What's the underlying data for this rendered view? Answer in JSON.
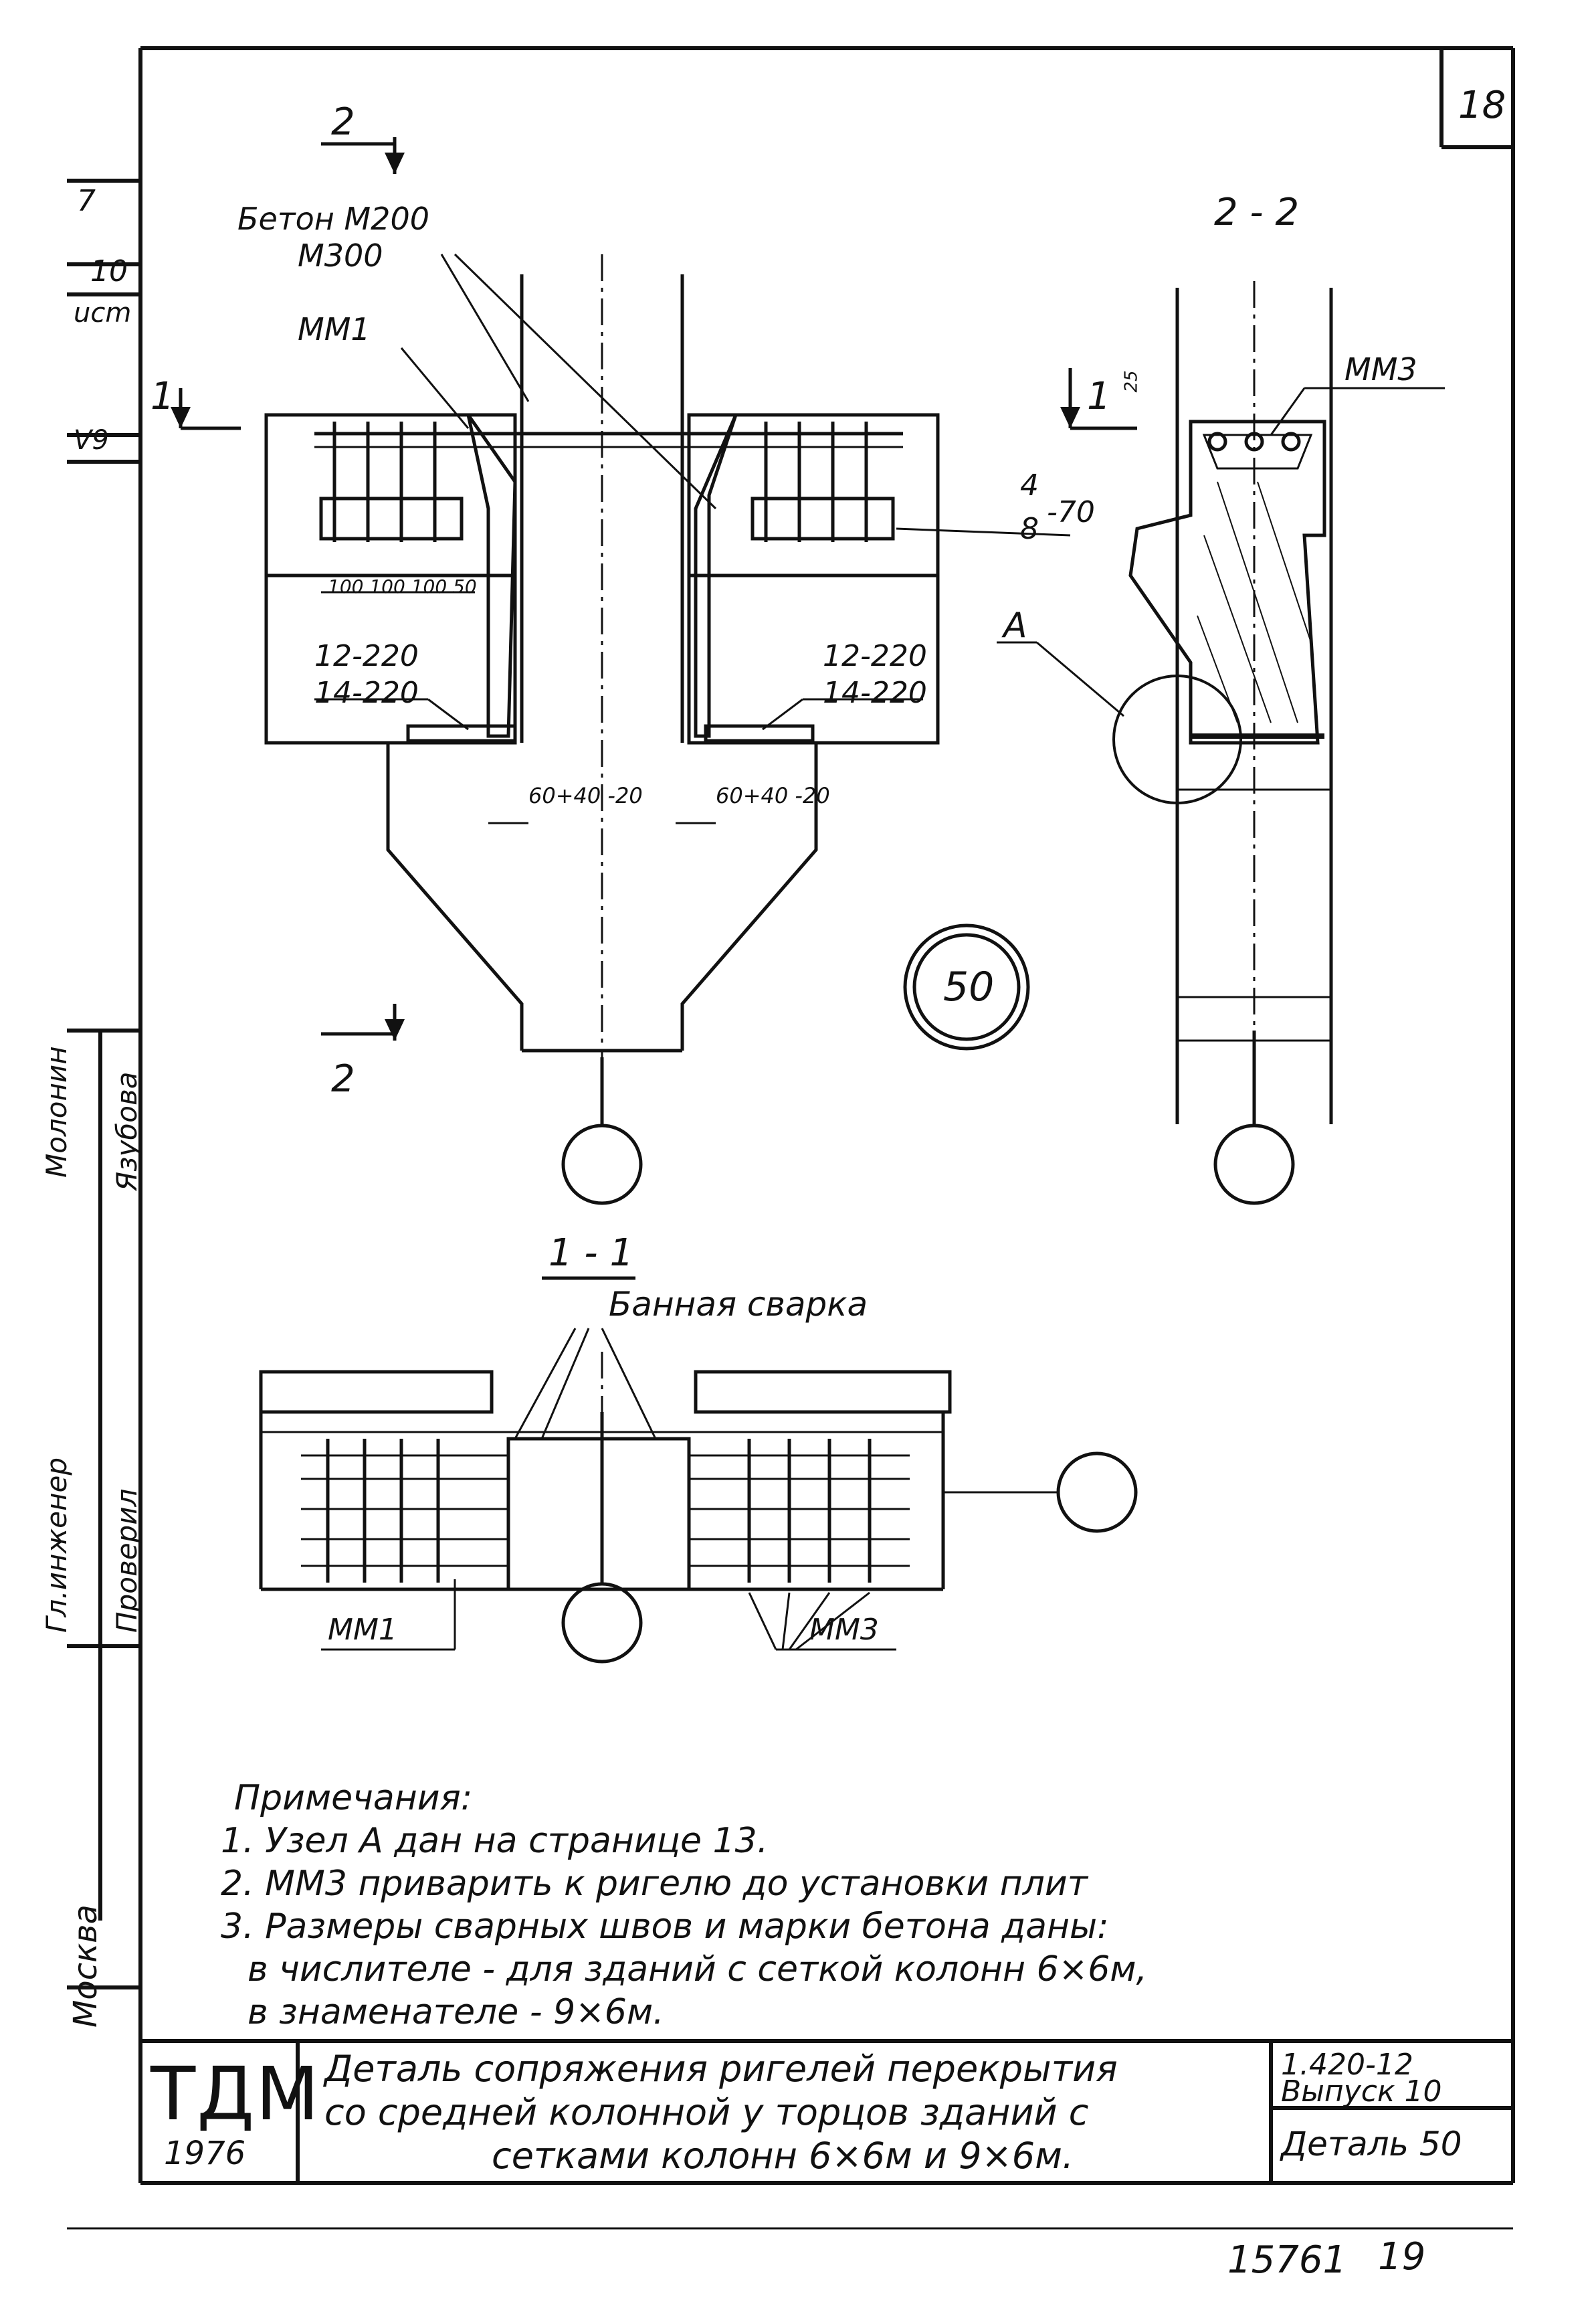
{
  "sheet": {
    "number": "18",
    "bottom_number": "15761",
    "bottom_page": "19"
  },
  "margin_labels": {
    "top1": "7",
    "top2": "10",
    "top3": "ucm",
    "top4": "V9",
    "m1": "Молонин",
    "m2": "Язубова",
    "m3": "Гл.инженер",
    "m4": "Проверил",
    "city": "Москва"
  },
  "drawing": {
    "section_2_arrow_top": "2",
    "section_2_arrow_bottom": "2",
    "section_1_arrow_left": "1",
    "section_1_arrow_right": "1",
    "concrete_label_top": "Бетон М200",
    "concrete_label_bottom": "М300",
    "mm1_top": "ММ1",
    "dims": "100 100 100 50",
    "weld_left_top": "12-220",
    "weld_left_bottom": "14-220",
    "weld_right_top": "12-220",
    "weld_right_bottom": "14-220",
    "gap_left": "60+40 -20",
    "gap_right": "60+40 -20",
    "frac_top": "4",
    "frac_bottom": "8",
    "frac_suffix": "-70",
    "detail_number": "50",
    "section_22_title": "2 - 2",
    "mm3_top": "ММ3",
    "dim_25": "25",
    "node_a": "А",
    "section_11_title": "1 - 1",
    "bath_weld": "Банная сварка",
    "mm1_bottom": "ММ1",
    "mm3_bottom": "ММ3"
  },
  "notes": {
    "title": "Примечания:",
    "lines": [
      "1. Узел А дан на странице 13.",
      "2. ММ3 приварить к ригелю до установки плит",
      "3. Размеры сварных швов и марки бетона даны:",
      "    в числителе - для зданий с сеткой колонн 6×6м,",
      "    в знаменателе - 9×6м."
    ]
  },
  "title_block": {
    "org": "ТДМ",
    "year": "1976",
    "title_lines": [
      "Деталь сопряжения ригелей перекрытия",
      "со средней колонной у торцов зданий с",
      "сетками колонн 6×6м и 9×6м."
    ],
    "series": "1.420-12",
    "issue": "Выпуск 10",
    "detail": "Деталь 50"
  }
}
